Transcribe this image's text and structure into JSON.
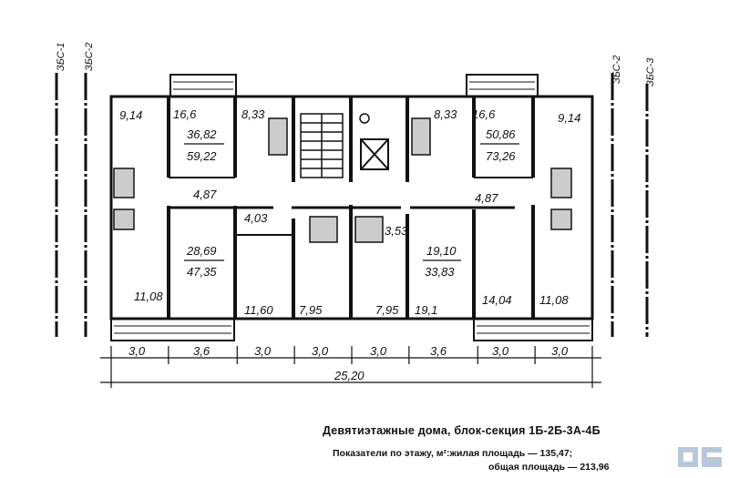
{
  "axes_top_left": [
    "ЗБС-1",
    "ЗБС-2"
  ],
  "axes_top_right": [
    "ЗБС-2",
    "ЗБС-3"
  ],
  "rooms": {
    "r_9_14_left": "9,14",
    "r_16_6_left": "16,6",
    "apt_left_top_living": "36,82",
    "apt_left_top_total": "59,22",
    "r_8_33_left": "8,33",
    "r_4_87_left": "4,87",
    "r_4_03": "4,03",
    "apt_left_bottom_living": "28,69",
    "apt_left_bottom_total": "47,35",
    "r_11_08_left": "11,08",
    "r_11_60": "11,60",
    "r_7_95_a": "7,95",
    "r_7_95_b": "7,95",
    "r_3_53": "3,53",
    "r_8_33_right": "8,33",
    "r_16_6_right": "16,6",
    "apt_right_top_living": "50,86",
    "apt_right_top_total": "73,26",
    "r_9_14_right": "9,14",
    "r_4_87_right": "4,87",
    "apt_right_bottom_living": "19,10",
    "apt_right_bottom_total": "33,83",
    "r_19_1": "19,1",
    "r_14_04": "14,04",
    "r_11_08_right": "11,08"
  },
  "dimensions": {
    "spans": [
      "3,0",
      "3,6",
      "3,0",
      "3,0",
      "3,0",
      "3,6",
      "3,0",
      "3,0"
    ],
    "total": "25,20"
  },
  "caption": {
    "title": "Девятиэтажные дома, блок-секция 1Б-2Б-3А-4Б",
    "line1": "Показатели по этажу, м²:жилая площадь — 135,47;",
    "line2": "общая площадь — 213,96"
  }
}
